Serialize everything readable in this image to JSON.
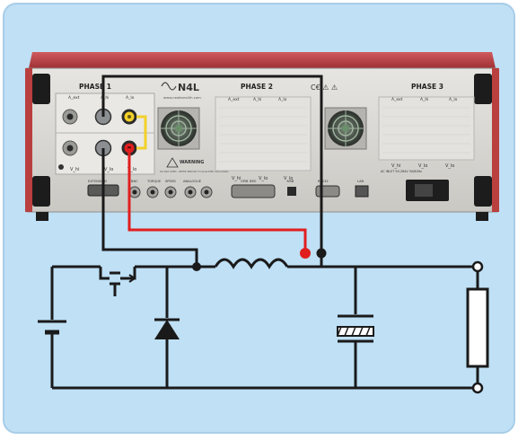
{
  "instrument": {
    "brand": "N4L",
    "website": "www.newtons4th.com",
    "phases": [
      "PHASE 1",
      "PHASE 2",
      "PHASE 3"
    ],
    "channel_top": [
      "A_ext",
      "A_hi",
      "A_lo"
    ],
    "channel_bottom": [
      "V_hi",
      "V_lo",
      "V_lo"
    ],
    "warning": "WARNING",
    "warning_sub": "DO NOT OPEN - REFER SERVICE TO QUALIFIED PERSONNEL",
    "compliance": "C€ ⚠ ⚠",
    "ports": [
      "EXTENSION",
      "BNC",
      "TORQUE",
      "SPEED",
      "ANALOGUE",
      "GPIB IEEE",
      "USB",
      "RS232",
      "LAN"
    ],
    "mains": "AC INLET 90-264V 50/60Hz"
  },
  "colors": {
    "background": "#bfe0f5",
    "border": "#a8cde8",
    "chassis": "#c2474b",
    "panel": "#d7d6d2",
    "wire_black": "#1a1a1a",
    "wire_red": "#e01e1e",
    "wire_yellow": "#f2d12a"
  },
  "circuit": {
    "elements": [
      "battery",
      "mosfet-switch",
      "freewheel-diode",
      "inductor",
      "capacitor",
      "load-resistor"
    ]
  }
}
